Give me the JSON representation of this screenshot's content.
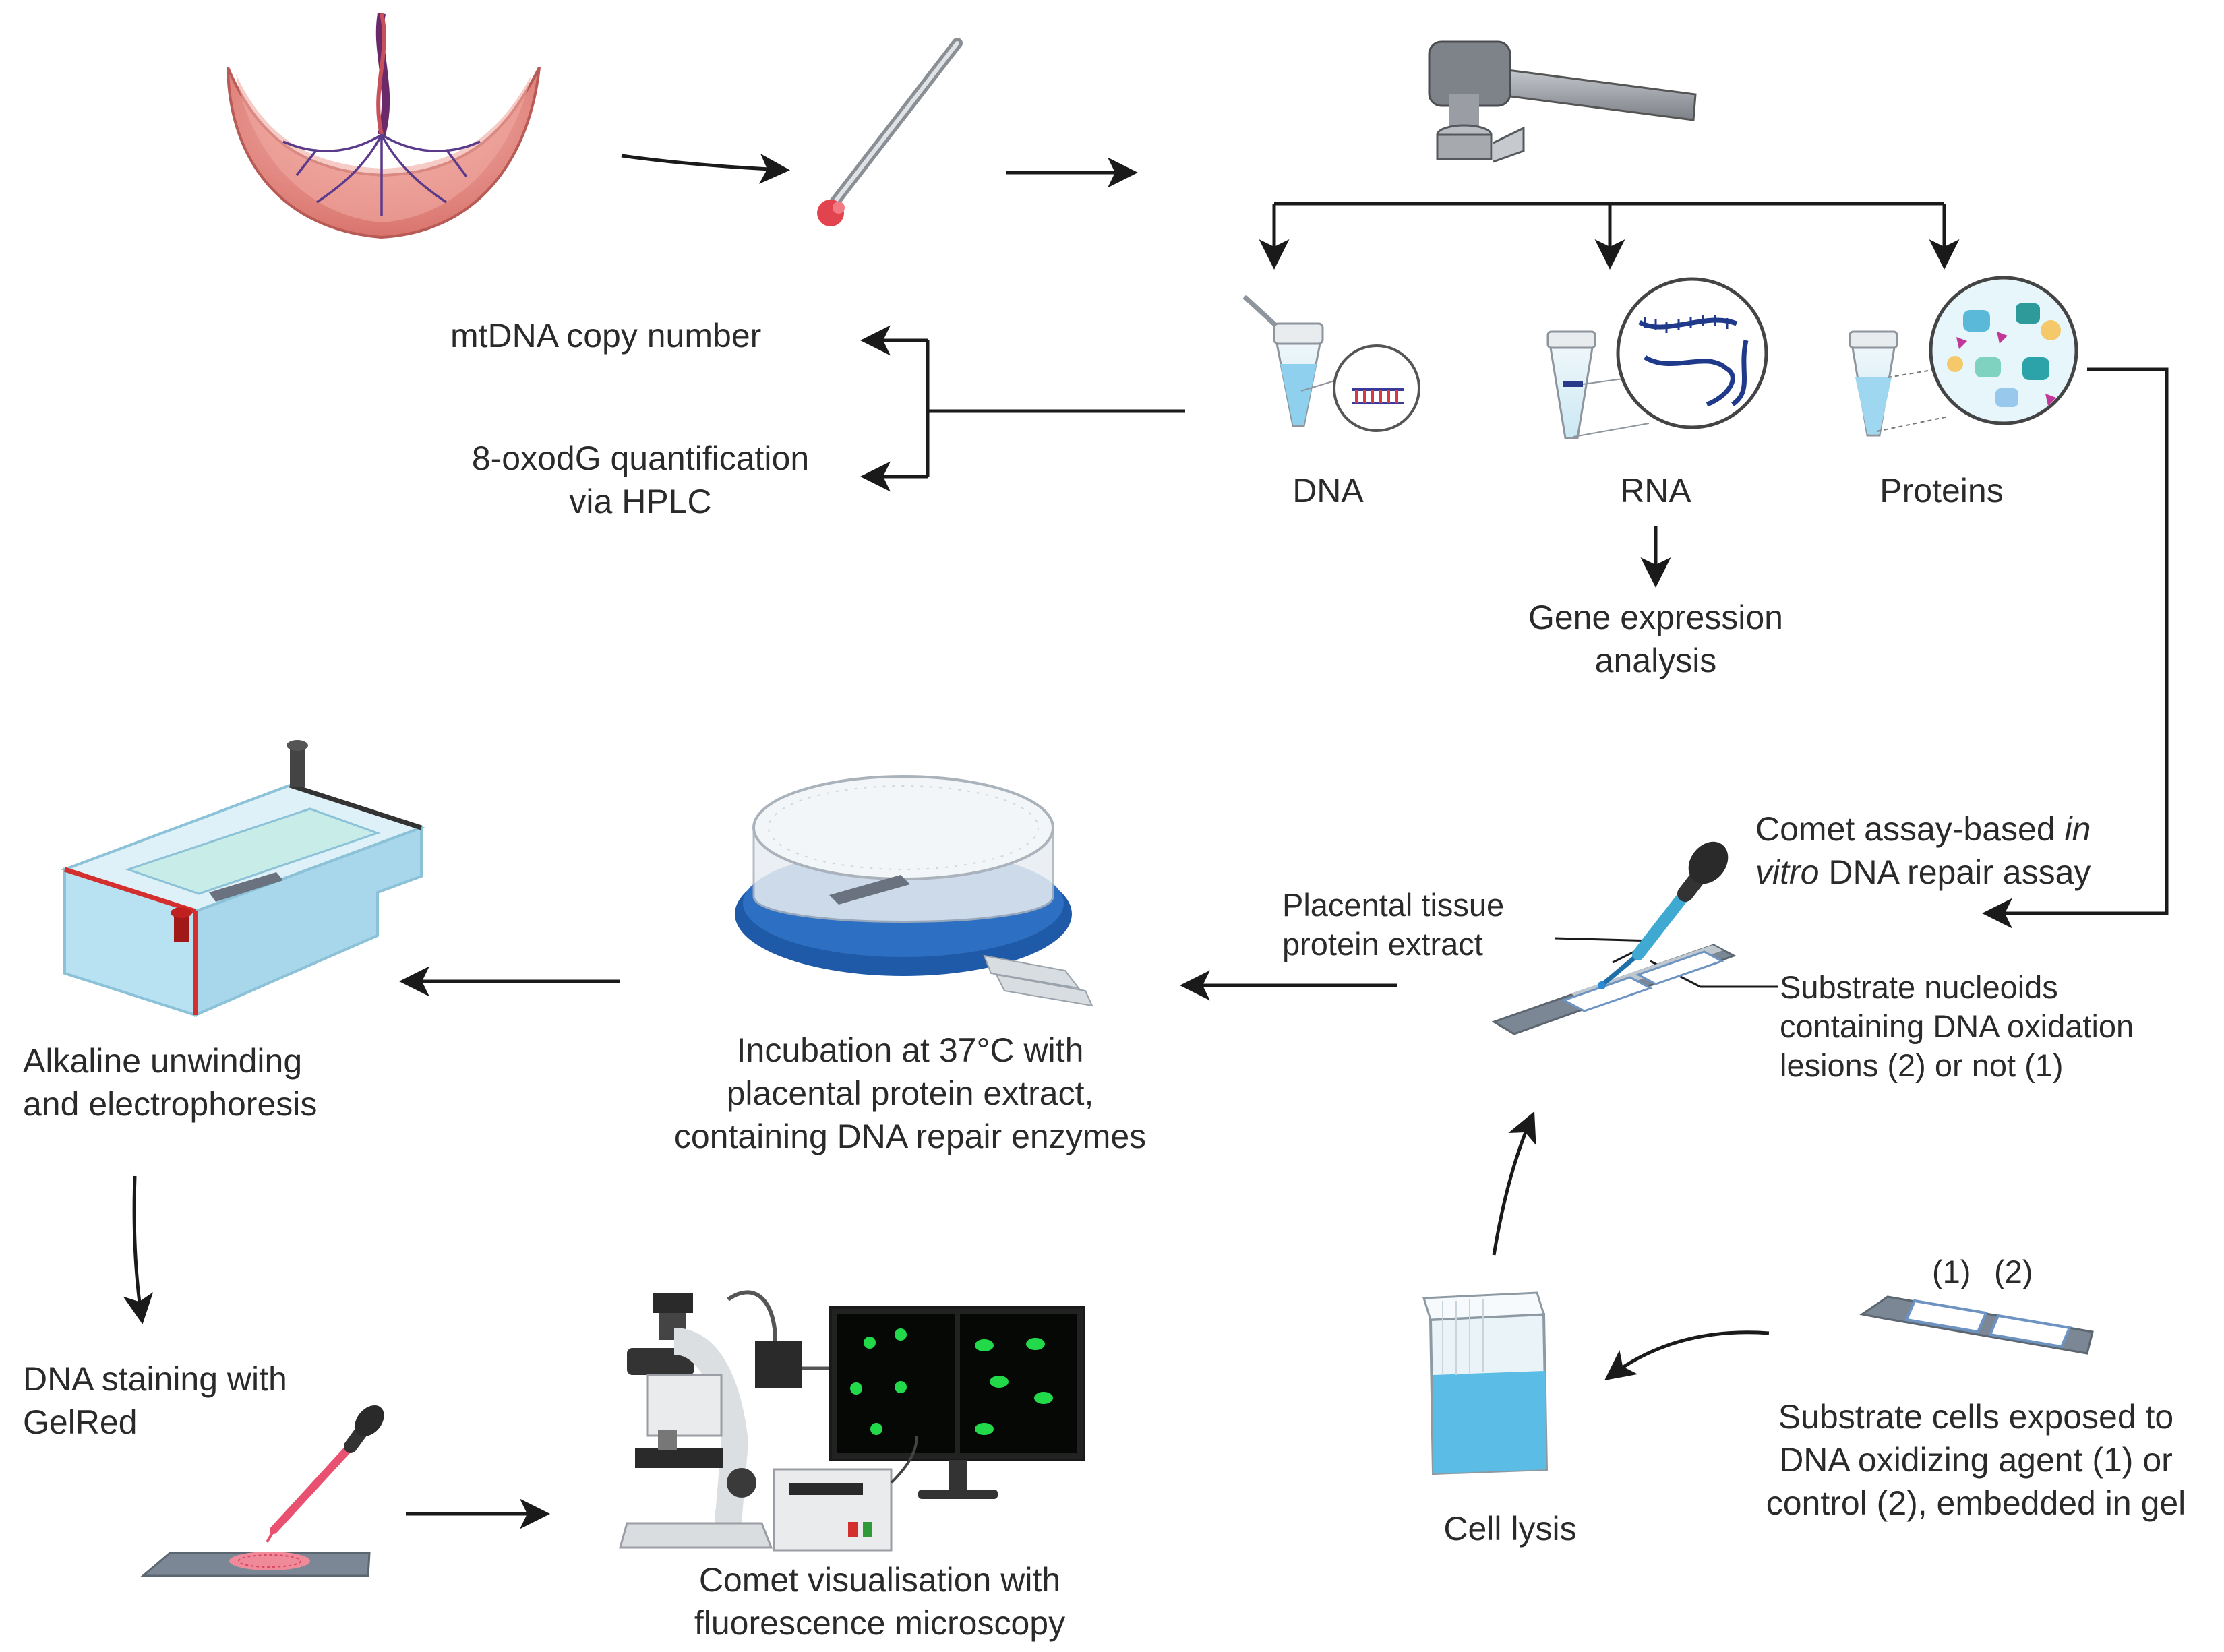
{
  "labels": {
    "mtdna_copy": "mtDNA copy number",
    "oxodg_line1": "8-oxodG quantification",
    "oxodg_line2": "via HPLC",
    "dna": "DNA",
    "rna": "RNA",
    "proteins": "Proteins",
    "gene_expr_line1": "Gene expression",
    "gene_expr_line2": "analysis",
    "comet_assay_line1_a": "Comet assay-based ",
    "comet_assay_line1_b": "in",
    "comet_assay_line2_a": "vitro",
    "comet_assay_line2_b": " DNA repair assay",
    "placental_extract_line1": "Placental tissue",
    "placental_extract_line2": "protein extract",
    "substrate_nucleoids_line1": "Substrate nucleoids",
    "substrate_nucleoids_line2": "containing DNA oxidation",
    "substrate_nucleoids_line3": "lesions (2) or not (1)",
    "alkaline_line1": "Alkaline unwinding",
    "alkaline_line2": "and electrophoresis",
    "incubation_line1": "Incubation at 37°C with",
    "incubation_line2": "placental protein extract,",
    "incubation_line3": "containing DNA repair enzymes",
    "staining_line1": "DNA staining with",
    "staining_line2": "GelRed",
    "comet_vis_line1": "Comet visualisation with",
    "comet_vis_line2": "fluorescence microscopy",
    "cell_lysis": "Cell lysis",
    "slide_label_1": "(1)",
    "slide_label_2": "(2)",
    "substrate_cells_line1": "Substrate cells exposed to",
    "substrate_cells_line2": "DNA oxidizing agent (1) or",
    "substrate_cells_line3": "control (2), embedded in gel"
  },
  "icons": [
    "placenta-icon",
    "tweezers-icon",
    "tissue-homogenizer-icon",
    "dna-tube-icon",
    "rna-tube-icon",
    "protein-tube-icon",
    "electrophoresis-tank-icon",
    "incubation-dish-icon",
    "pipette-slide-icon",
    "staining-slide-icon",
    "microscope-icon",
    "monitor-icon",
    "power-supply-icon",
    "lysis-container-icon",
    "gel-slide-icon"
  ],
  "colors": {
    "arrow": "#1a1a1a",
    "text": "#2a2a2a",
    "placenta": "#e8938c",
    "tube_liquid": "#8ed0ee",
    "tank": "#b8e2f2",
    "dish_ring": "#1e5aa8",
    "microscope_green": "#22d94a",
    "stain_red": "#e8516f"
  }
}
